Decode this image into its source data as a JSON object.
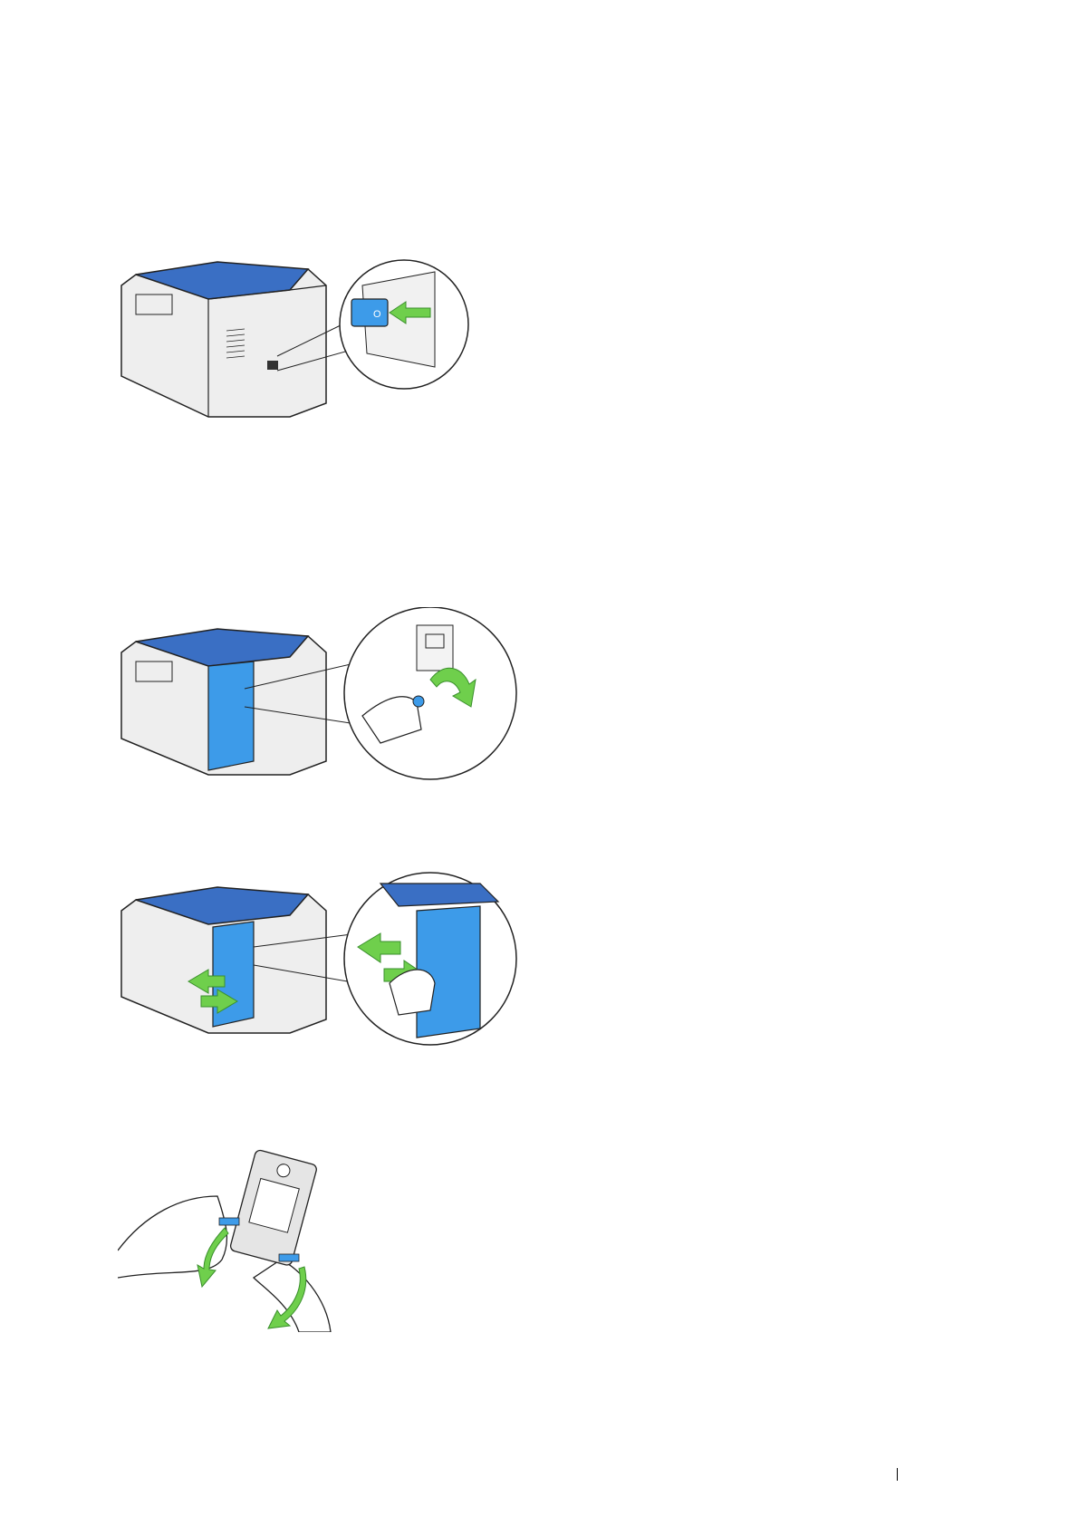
{
  "page": {
    "background": "#ffffff"
  },
  "figures": [
    {
      "id": "power-switch-off",
      "depicts": "printer-rear-with-power-switch-zoom"
    },
    {
      "id": "unplug-cable",
      "depicts": "printer-rear-with-cable-unplug-zoom"
    },
    {
      "id": "remove-cover",
      "depicts": "printer-rear-with-side-cover-removal-zoom"
    },
    {
      "id": "unpack-module",
      "depicts": "hands-holding-module-package"
    }
  ],
  "colors": {
    "printer_blue": "#3a6fc4",
    "cover_blue": "#3d9be9",
    "arrow_green": "#6fcf4c",
    "outline": "#222222",
    "body_gray": "#eeeeee"
  },
  "icons": {
    "power_switch_glyph": "O"
  }
}
